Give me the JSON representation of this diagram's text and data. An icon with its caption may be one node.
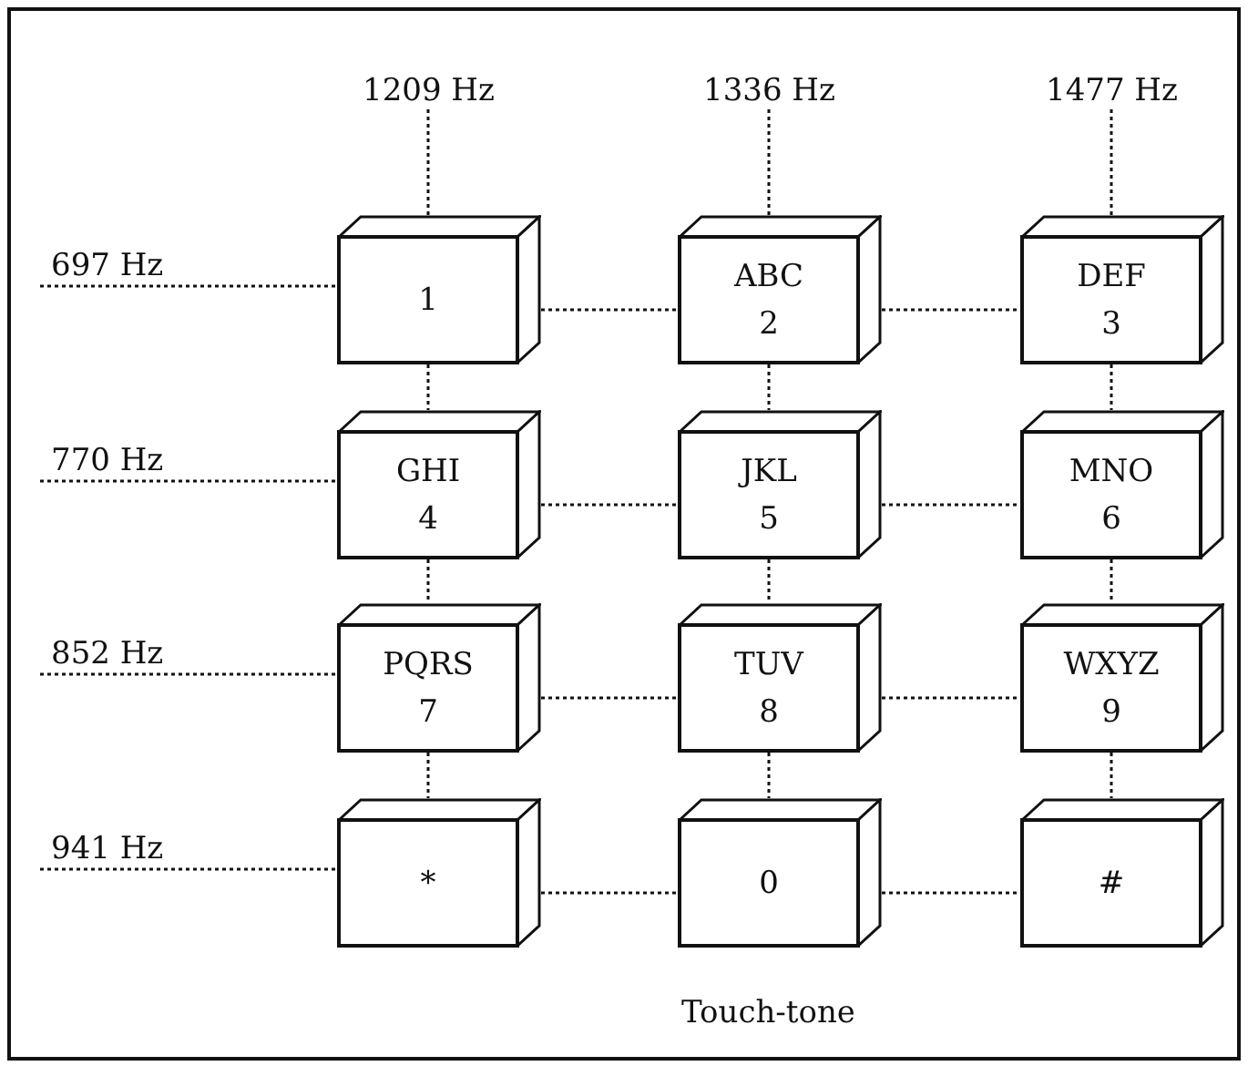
{
  "diagram": {
    "caption": "Touch-tone",
    "nodes": [
      {
        "text": [
          "1209 Hz"
        ]
      },
      {
        "text": [
          "1336 Hz"
        ]
      },
      {
        "text": [
          "1477 Hz"
        ]
      },
      {
        "text": [
          "697 Hz"
        ]
      },
      {
        "text": [
          "1"
        ]
      },
      {
        "text": [
          "ABC",
          "2"
        ]
      },
      {
        "text": [
          "DEF",
          "3"
        ]
      },
      {
        "text": [
          "770 Hz"
        ]
      },
      {
        "text": [
          "GHI",
          "4"
        ]
      },
      {
        "text": [
          "JKL",
          "5"
        ]
      },
      {
        "text": [
          "MNO",
          "6"
        ]
      },
      {
        "text": [
          "852 Hz"
        ]
      },
      {
        "text": [
          "PQRS",
          "7"
        ]
      },
      {
        "text": [
          "TUV",
          "8"
        ]
      },
      {
        "text": [
          "WXYZ",
          "9"
        ]
      },
      {
        "text": [
          "941 Hz"
        ]
      },
      {
        "text": [
          "*"
        ]
      },
      {
        "text": [
          "0"
        ]
      },
      {
        "text": [
          "#"
        ]
      }
    ],
    "edges": [
      {
        "from": 0,
        "to": 4,
        "arrow": "none"
      },
      {
        "from": 4,
        "to": 8,
        "arrow": "none"
      },
      {
        "from": 8,
        "to": 12,
        "arrow": "none"
      },
      {
        "from": 12,
        "to": 16,
        "arrow": "none"
      },
      {
        "from": 1,
        "to": 5,
        "arrow": "none"
      },
      {
        "from": 5,
        "to": 9,
        "arrow": "none"
      },
      {
        "from": 9,
        "to": 13,
        "arrow": "none"
      },
      {
        "from": 13,
        "to": 17,
        "arrow": "none"
      },
      {
        "from": 2,
        "to": 6,
        "arrow": "none"
      },
      {
        "from": 6,
        "to": 10,
        "arrow": "none"
      },
      {
        "from": 10,
        "to": 14,
        "arrow": "none"
      },
      {
        "from": 14,
        "to": 18,
        "arrow": "none"
      },
      {
        "from": 3,
        "to": 4,
        "arrow": "none"
      },
      {
        "from": 4,
        "to": 5,
        "arrow": "none"
      },
      {
        "from": 5,
        "to": 6,
        "arrow": "none"
      },
      {
        "from": 7,
        "to": 8,
        "arrow": "none"
      },
      {
        "from": 8,
        "to": 9,
        "arrow": "none"
      },
      {
        "from": 9,
        "to": 10,
        "arrow": "none"
      },
      {
        "from": 11,
        "to": 12,
        "arrow": "none"
      },
      {
        "from": 12,
        "to": 13,
        "arrow": "none"
      },
      {
        "from": 13,
        "to": 14,
        "arrow": "none"
      },
      {
        "from": 15,
        "to": 16,
        "arrow": "none"
      },
      {
        "from": 16,
        "to": 17,
        "arrow": "none"
      },
      {
        "from": 17,
        "to": 18,
        "arrow": "none"
      }
    ]
  }
}
